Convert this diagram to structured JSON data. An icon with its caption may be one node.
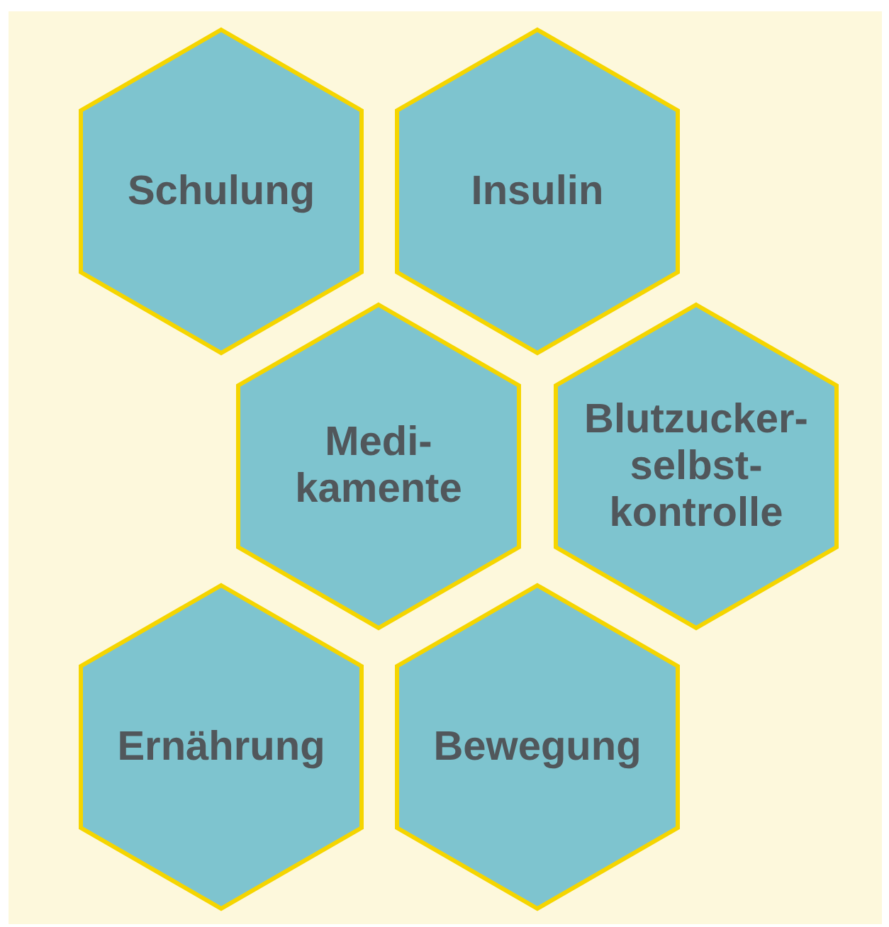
{
  "diagram": {
    "nodes": [
      {
        "text": [
          "Schulung"
        ]
      },
      {
        "text": [
          "Insulin"
        ]
      },
      {
        "text": [
          "Medi- kamente"
        ]
      },
      {
        "text": [
          "Blutzucker- selbst- kontrolle"
        ]
      },
      {
        "text": [
          "Ernährung"
        ]
      },
      {
        "text": [
          "Bewegung"
        ]
      }
    ]
  }
}
